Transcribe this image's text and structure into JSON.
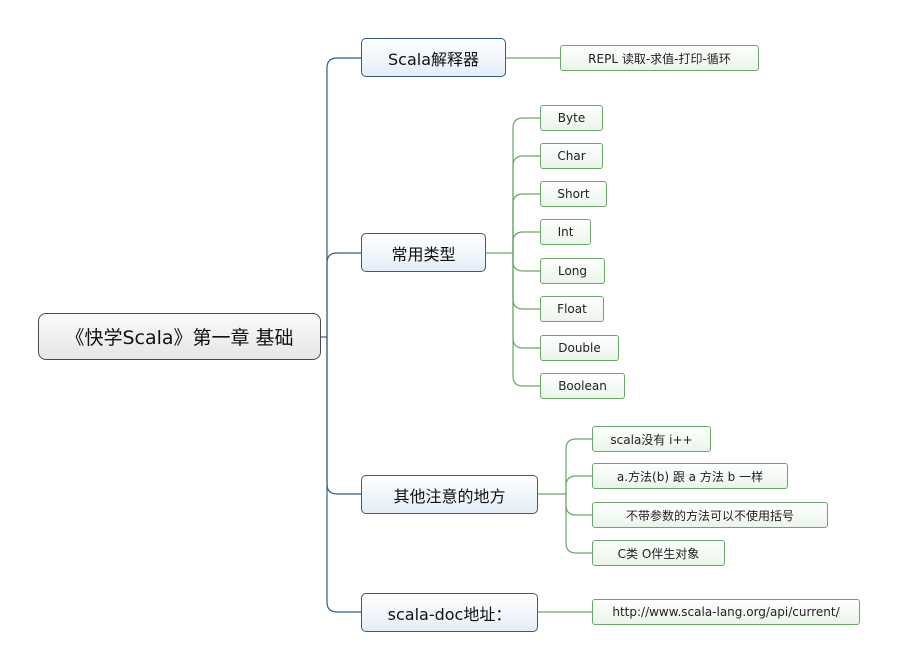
{
  "root": {
    "label": "《快学Scala》第一章 基础"
  },
  "branches": [
    {
      "label": "Scala解释器",
      "children": [
        "REPL 读取-求值-打印-循环"
      ]
    },
    {
      "label": "常用类型",
      "children": [
        "Byte",
        "Char",
        "Short",
        "Int",
        "Long",
        "Float",
        "Double",
        "Boolean"
      ]
    },
    {
      "label": "其他注意的地方",
      "children": [
        "scala没有 i++",
        "a.方法(b) 跟 a 方法 b 一样",
        "不带参数的方法可以不使用括号",
        "C类  O伴生对象"
      ]
    },
    {
      "label": "scala-doc地址：",
      "children": [
        "http://www.scala-lang.org/api/current/"
      ]
    }
  ],
  "colors": {
    "branch_line": "#2e5f8a",
    "leaf_line": "#6aa86a",
    "root_border": "#4a4a4a"
  }
}
